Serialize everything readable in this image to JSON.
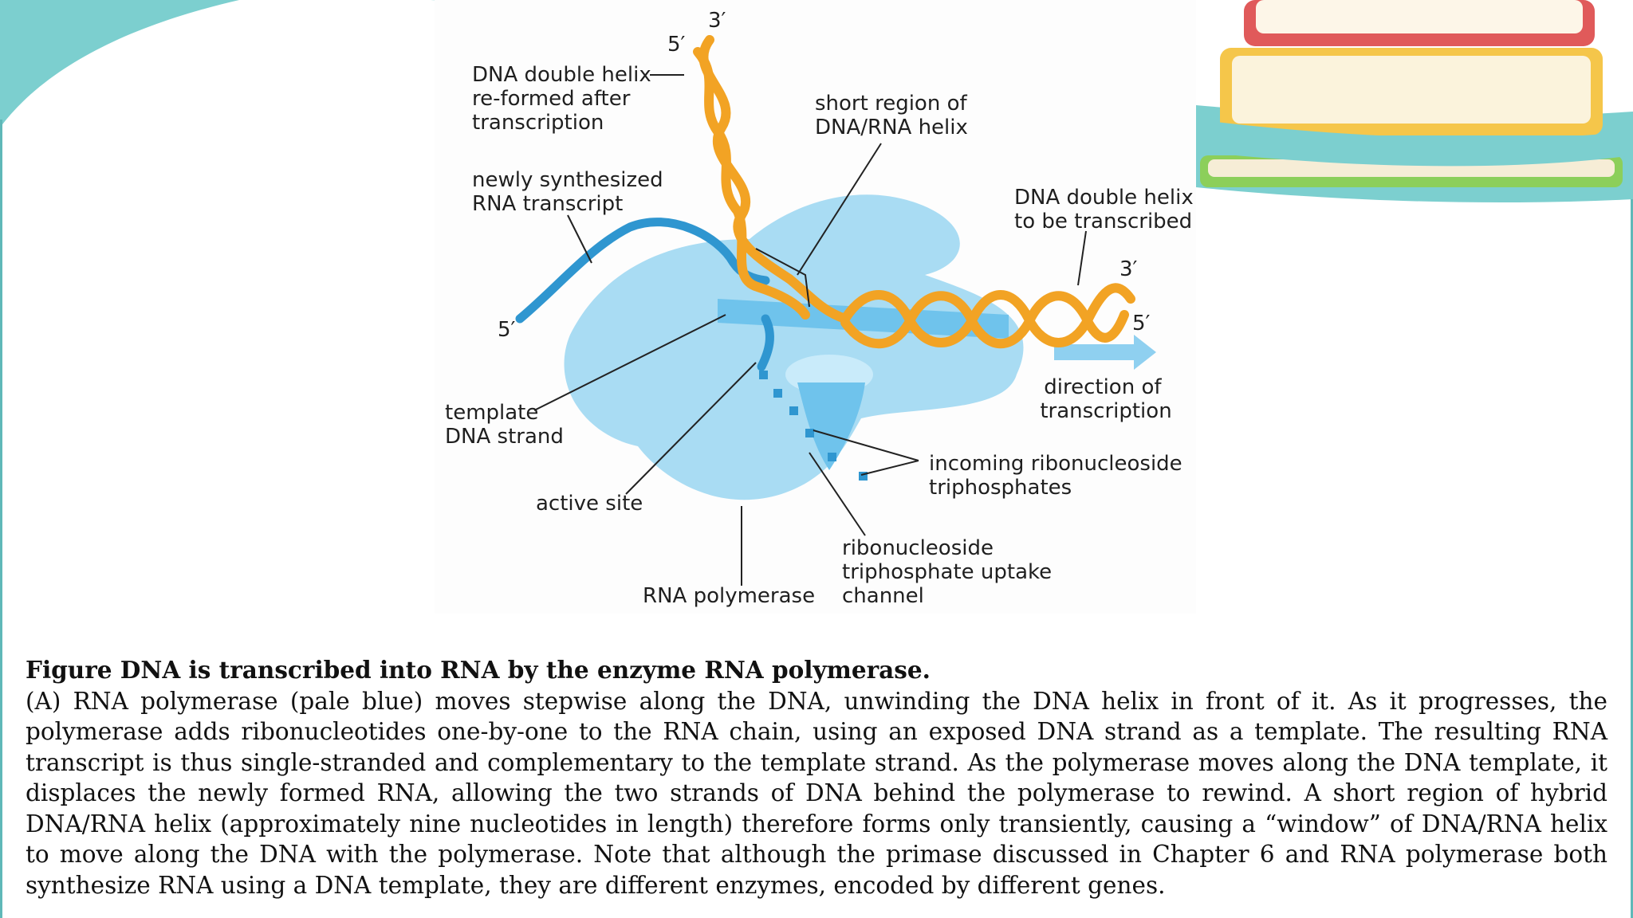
{
  "diagram": {
    "labels": {
      "end_3_top": "3′",
      "end_5_top": "5′",
      "reformed_helix": [
        "DNA double helix",
        "re-formed after",
        "transcription"
      ],
      "short_region": [
        "short region of",
        "DNA/RNA helix"
      ],
      "rna_transcript": [
        "newly synthesized",
        "RNA transcript"
      ],
      "to_be_transcribed": [
        "DNA double helix",
        "to be transcribed"
      ],
      "end_3_right": "3′",
      "end_5_right": "5′",
      "end_5_rna": "5′",
      "template_strand": [
        "template",
        "DNA strand"
      ],
      "direction": [
        "direction of",
        "transcription"
      ],
      "incoming": [
        "incoming ribonucleoside",
        "triphosphates"
      ],
      "active_site": "active site",
      "uptake_channel": [
        "ribonucleoside",
        "triphosphate uptake",
        "channel"
      ],
      "polymerase": "RNA polymerase"
    },
    "colors": {
      "dna": "#f2a324",
      "rna": "#2f96d0",
      "polymerase": "#a9dcf3",
      "channel": "#6fc3ec",
      "arrow": "#8fd0f0",
      "teal_decor": "#7ccfcf"
    }
  },
  "caption": {
    "title": "Figure DNA is transcribed into RNA by the enzyme RNA polymerase.",
    "body": "(A) RNA polymerase (pale blue) moves stepwise along the DNA, unwinding the DNA helix in front of it. As it progresses, the polymerase adds ribonucleotides one-by-one to the RNA chain, using an exposed DNA strand as a template. The resulting RNA transcript is thus single-stranded and complementary to the template strand. As the polymerase moves along the DNA template, it displaces the newly formed RNA, allowing the two strands of DNA behind the polymerase to rewind. A short region of hybrid DNA/RNA helix (approximately nine nucleotides in length) therefore forms only transiently, causing a “window” of DNA/RNA helix to move along the DNA with the polymerase. Note that although the primase discussed in Chapter 6 and RNA polymerase both synthesize RNA using a DNA template, they are different enzymes, encoded by different genes."
  },
  "decor": {
    "books_icon": "stack-of-books-icon"
  }
}
